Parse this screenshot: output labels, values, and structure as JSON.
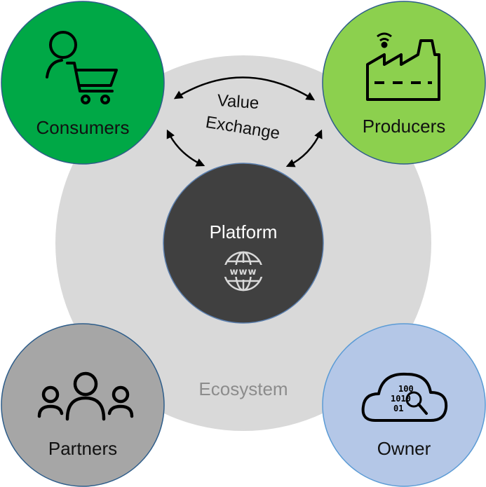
{
  "diagram": {
    "ecosystem": {
      "label": "Ecosystem",
      "color": "#d9d9d9",
      "text_color": "#8c8c8c"
    },
    "platform": {
      "label": "Platform",
      "color": "#404040",
      "icon": "www-globe-icon",
      "icon_text": "www"
    },
    "value_exchange": {
      "line1": "Value",
      "line2": "Exchange"
    },
    "nodes": {
      "consumers": {
        "label": "Consumers",
        "color": "#00a846",
        "icon": "shopper-cart-icon"
      },
      "producers": {
        "label": "Producers",
        "color": "#8cd04e",
        "icon": "factory-icon"
      },
      "partners": {
        "label": "Partners",
        "color": "#a6a6a6",
        "icon": "people-group-icon"
      },
      "owner": {
        "label": "Owner",
        "color": "#b4c7e7",
        "icon": "cloud-data-search-icon",
        "icon_digits": [
          "100",
          "1010",
          "01"
        ]
      }
    }
  }
}
